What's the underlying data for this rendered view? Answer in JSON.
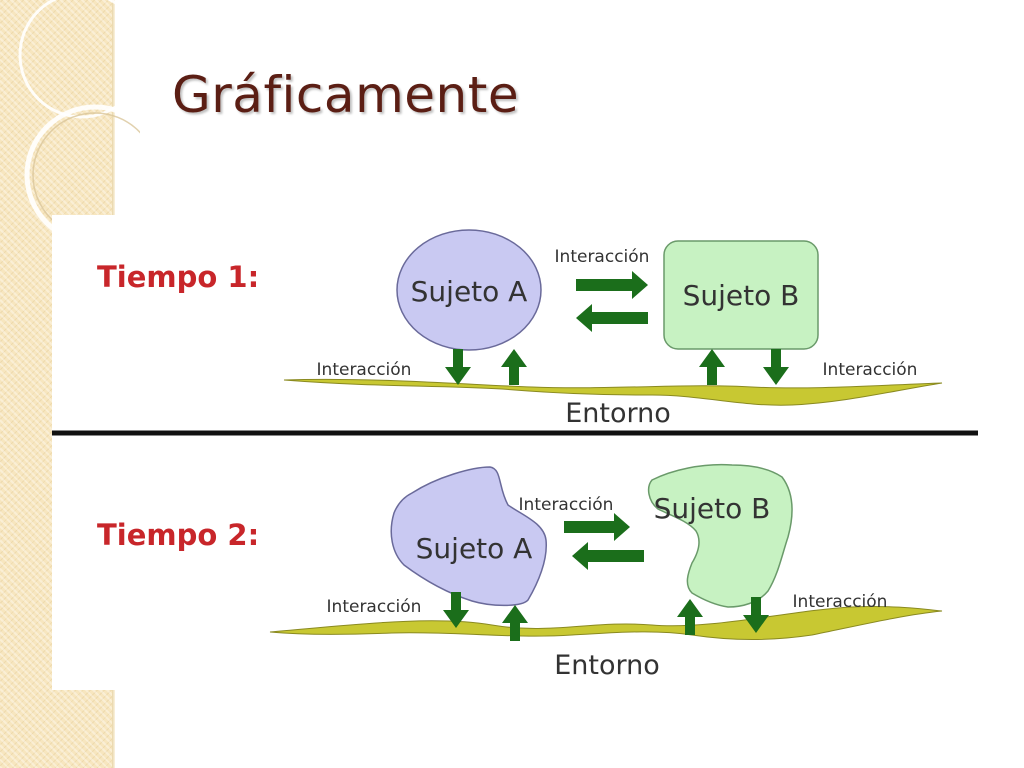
{
  "slide": {
    "title": "Gráficamente"
  },
  "diagram": {
    "panels": [
      {
        "time_label": "Tiempo 1:",
        "subject_a": "Sujeto A",
        "subject_b": "Sujeto B",
        "interaction_top": "Interacción",
        "interaction_left": "Interacción",
        "interaction_right": "Interacción",
        "environment": "Entorno"
      },
      {
        "time_label": "Tiempo 2:",
        "subject_a": "Sujeto A",
        "subject_b": "Sujeto B",
        "interaction_top": "Interacción",
        "interaction_left": "Interacción",
        "interaction_right": "Interacción",
        "environment": "Entorno"
      }
    ]
  },
  "colors": {
    "title": "#5b1e14",
    "time_label": "#c8262a",
    "subject_a_fill": "#c9c9f2",
    "subject_b_fill": "#c7f2c2",
    "arrow": "#1b6e1b",
    "ground": "#c8c832"
  }
}
